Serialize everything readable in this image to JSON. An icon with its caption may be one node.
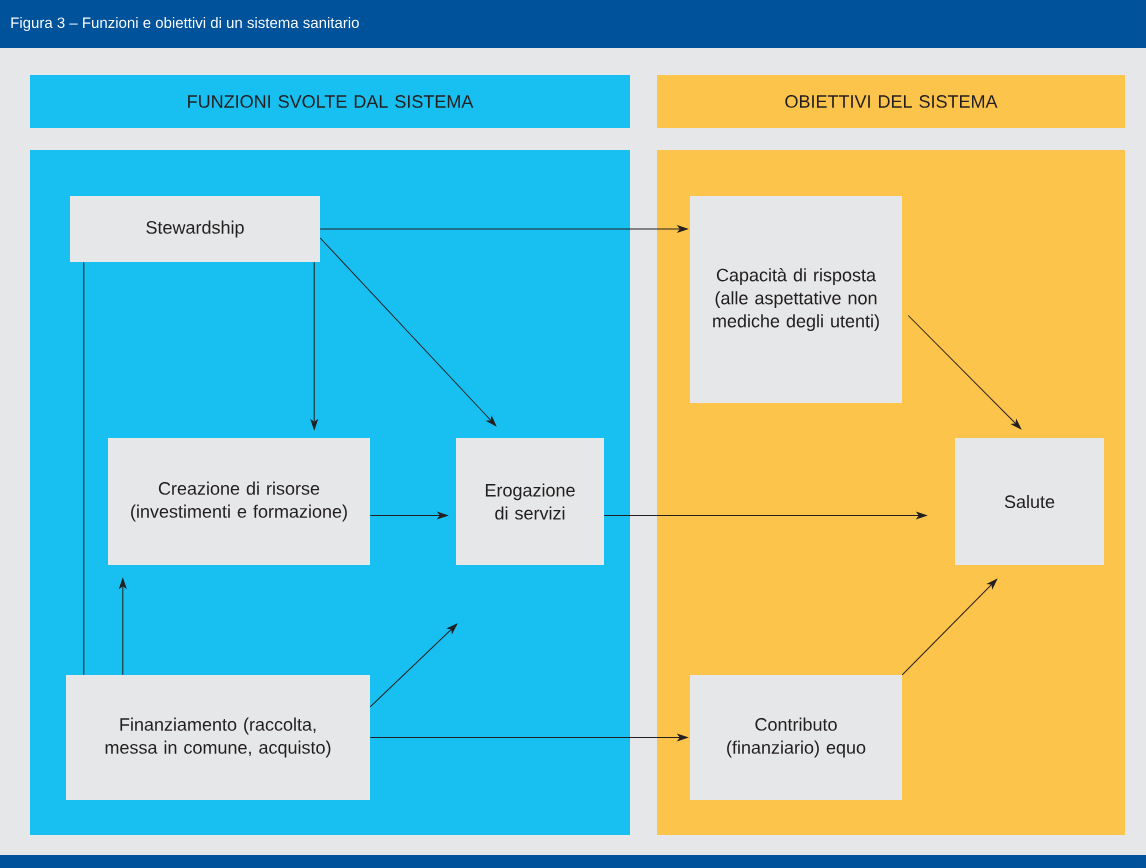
{
  "diagram": {
    "title": "Figura 3 – Funzioni e obiettivi di un sistema sanitario",
    "nodes": [
      {
        "text": [
          "FUNZIONI SVOLTE DAL SISTEMA"
        ]
      },
      {
        "text": [
          "OBIETTIVI DEL SISTEMA"
        ]
      },
      {
        "text": [
          "Stewardship"
        ]
      },
      {
        "text": [
          "Capacità di risposta (alle aspettative non mediche degli utenti)"
        ]
      },
      {
        "text": [
          "Creazione di risorse (investimenti e formazione)"
        ]
      },
      {
        "text": [
          "Erogazione di servizi"
        ]
      },
      {
        "text": [
          "Salute"
        ]
      },
      {
        "text": [
          "Finanziamento (raccolta, messa in comune, acquisto)"
        ]
      },
      {
        "text": [
          "Contributo (finanziario) equo"
        ]
      }
    ],
    "edges": [
      {
        "from": 2,
        "to": 3,
        "arrow": "to"
      },
      {
        "from": 2,
        "to": 4,
        "arrow": "to"
      },
      {
        "from": 2,
        "to": 5,
        "arrow": "to"
      },
      {
        "from": 3,
        "to": 6,
        "arrow": "to"
      },
      {
        "from": 4,
        "to": 5,
        "arrow": "to"
      },
      {
        "from": 5,
        "to": 6,
        "arrow": "to"
      },
      {
        "from": 7,
        "to": 4,
        "arrow": "to"
      },
      {
        "from": 7,
        "to": 2,
        "arrow": "none"
      },
      {
        "from": 7,
        "to": 5,
        "arrow": "to"
      },
      {
        "from": 7,
        "to": 8,
        "arrow": "to"
      },
      {
        "from": 8,
        "to": 6,
        "arrow": "to"
      }
    ]
  }
}
